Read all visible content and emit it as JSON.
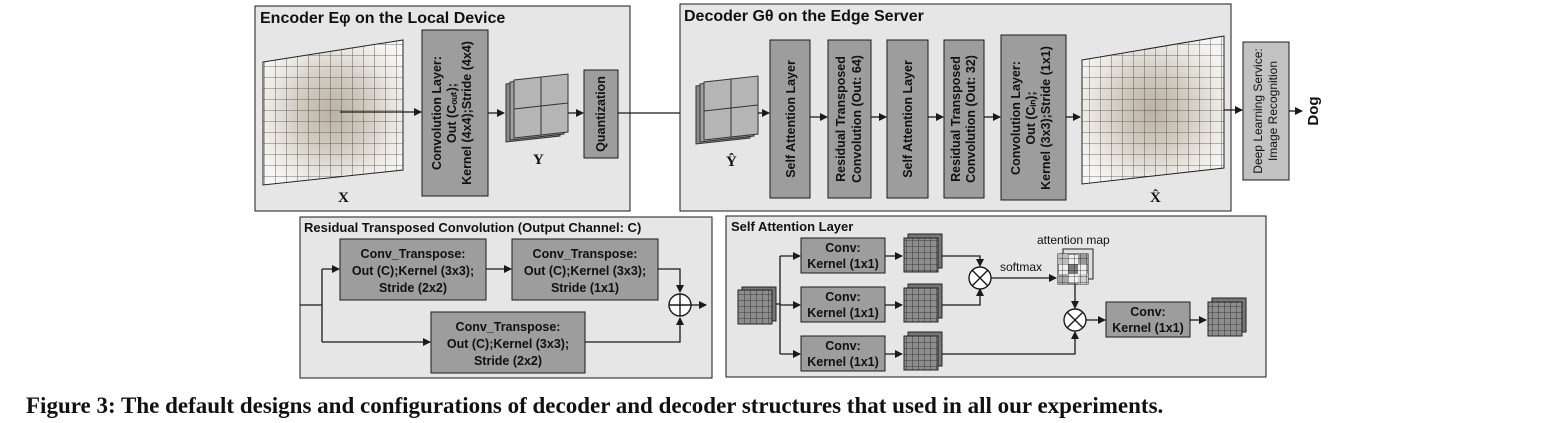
{
  "encoder": {
    "title": "Encoder Eφ on the Local Device",
    "input_label": "X",
    "conv_lines": [
      "Convolution Layer:",
      "Out (Cₒᵤₜ);",
      "Kernel (4x4);Stride (4x4)"
    ],
    "latent_label": "Y",
    "quantization_label": "Quantization"
  },
  "decoder": {
    "title": "Decoder Gθ on the Edge Server",
    "latent_label": "Ŷ",
    "self_attention_label": "Self Attention Layer",
    "residual_64_lines": [
      "Residual Transposed",
      "Convolution (Out: 64)"
    ],
    "self_attention2_label": "Self Attention Layer",
    "residual_32_lines": [
      "Residual Transposed",
      "Convolution (Out: 32)"
    ],
    "conv_lines": [
      "Convolution Layer:",
      "Out (Cᵢₙ);",
      "Kernel (3x3);Stride (1x1)"
    ],
    "output_label": "X̂"
  },
  "service": {
    "lines": [
      "Deep Learning Service:",
      "Image Recognition"
    ],
    "result": "Dog"
  },
  "residual_panel": {
    "title": "Residual Transposed Convolution (Output Channel: C)",
    "box1": [
      "Conv_Transpose:",
      "Out (C);Kernel (3x3);",
      "Stride (2x2)"
    ],
    "box2": [
      "Conv_Transpose:",
      "Out (C);Kernel (3x3);",
      "Stride (1x1)"
    ],
    "box3": [
      "Conv_Transpose:",
      "Out (C);Kernel (3x3);",
      "Stride (2x2)"
    ]
  },
  "attention_panel": {
    "title": "Self Attention Layer",
    "conv1": [
      "Conv:",
      "Kernel (1x1)"
    ],
    "conv2": [
      "Conv:",
      "Kernel (1x1)"
    ],
    "conv3": [
      "Conv:",
      "Kernel (1x1)"
    ],
    "conv4": [
      "Conv:",
      "Kernel (1x1)"
    ],
    "attention_map_label": "attention map",
    "softmax_label": "softmax"
  },
  "caption": "Figure 3: The default designs and configurations of decoder and decoder structures that used in all our experiments.",
  "colors": {
    "panel_fill": "#e6e6e6",
    "box_fill": "#9d9d9d",
    "line": "#1a1a1a"
  }
}
